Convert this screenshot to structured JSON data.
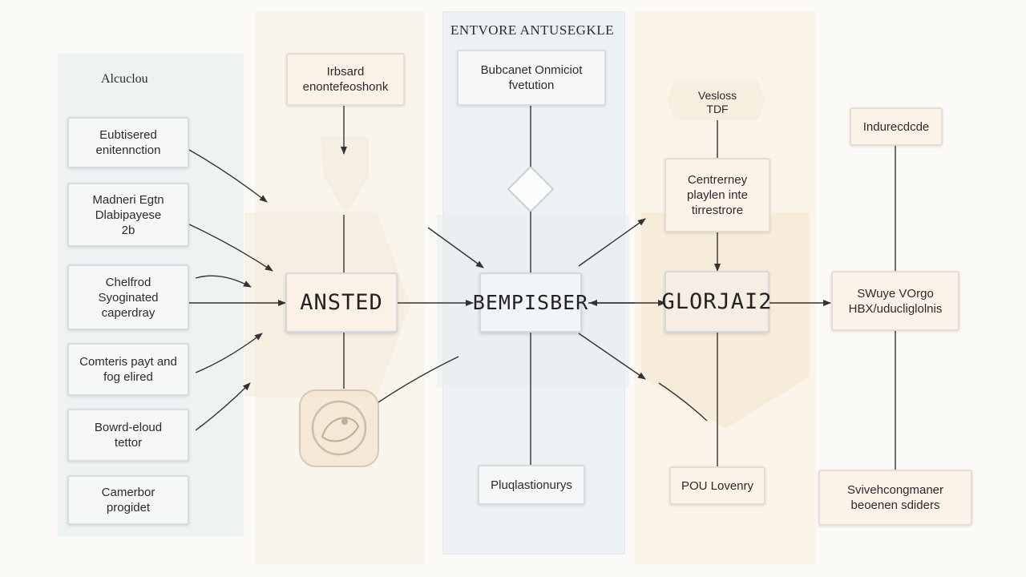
{
  "title": "ENTVORE ANTUSEGKLE",
  "left_header": "Alcuclou",
  "left_column": [
    "Eubtisered\nenitennction",
    "Madneri Egtn\nDlabipayese\n2b",
    "Chelfrod\nSyoginated\ncaperdray",
    "Comteris payt and\nfog elired",
    "Bowrd-eloud\ntettor",
    "Camerbor\nprogidet"
  ],
  "column_a": {
    "top": "Irbsard\nenontefeoshonk",
    "hub": "ANSTED"
  },
  "column_b": {
    "top": "Bubcanet Onmiciot\nfvetution",
    "hub": "BEMPISBER",
    "bottom": "Pluqlastionurys"
  },
  "column_c": {
    "top": "Vesloss\nTDF",
    "middle": "Centrerney\nplaylen inte\ntirrestrore",
    "hub": "GLORJAI2",
    "bottom": "POU Lovenry"
  },
  "column_d": {
    "top": "Indurecdcde",
    "middle": "SWuye VOrgo\nHBX/uducliglolnis",
    "bottom": "Svivehcongmaner\nbeoenen sdiders"
  },
  "colors": {
    "line": "#333333",
    "node_border": "#d7dcde",
    "warm_fill": "#fbf3e8",
    "cool_fill": "#f6f8f8"
  }
}
